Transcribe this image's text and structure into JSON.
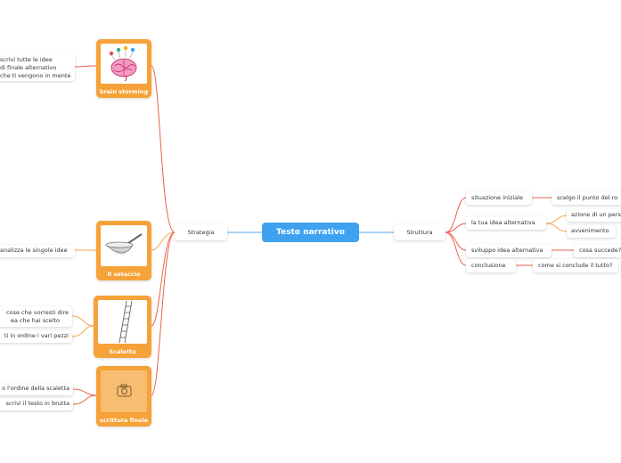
{
  "center": {
    "title": "Testo narrativo"
  },
  "branches": {
    "strategia": "Strategia",
    "struttura": "Struttura"
  },
  "cards": {
    "brain": "brain storming",
    "setaccio": "Il setaccio",
    "scaletta": "Scaletta",
    "finale": "scrittura finale"
  },
  "notes": {
    "brain_lines": [
      "scrivi tutte le idee",
      "di finale alternativo",
      "che ti vengono in mente"
    ],
    "setaccio": "analizza le singole idee",
    "scaletta_1_lines": [
      "cose che vorresti dire",
      "ea che hai scelto"
    ],
    "scaletta_2": "ti in ordine i vari pezzi",
    "finale_1": "o l'ordine della scaletta",
    "finale_2": "scrivi il testo in brutta"
  },
  "struttura": {
    "situazione": "situazione iniziale",
    "situazione_child": "scelgo il punto del ro",
    "idea": "la tua idea alternativa",
    "idea_child_1": "azione di un pers",
    "idea_child_2": "avvenimento",
    "sviluppo": "sviluppo idea alternativa",
    "sviluppo_child": "cosa succede?",
    "conclusione": "conclusione",
    "conclusione_child": "come si conclude il tutto?"
  },
  "colors": {
    "center": "#3ea2f1",
    "card": "#f5a238",
    "link_orange": "#f3a24a",
    "link_red": "#e8604c",
    "link_blue": "#5aa9f0"
  }
}
